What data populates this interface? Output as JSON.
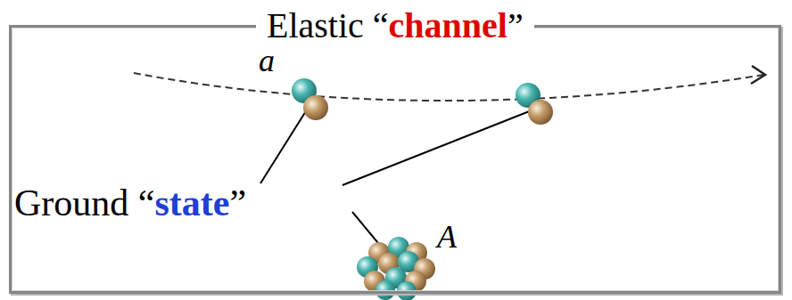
{
  "diagram": {
    "nodes": [
      {
        "text": [
          "Elastic “channel”"
        ]
      }
    ],
    "labels": [
      "a",
      "Ground “state”",
      "A"
    ]
  }
}
